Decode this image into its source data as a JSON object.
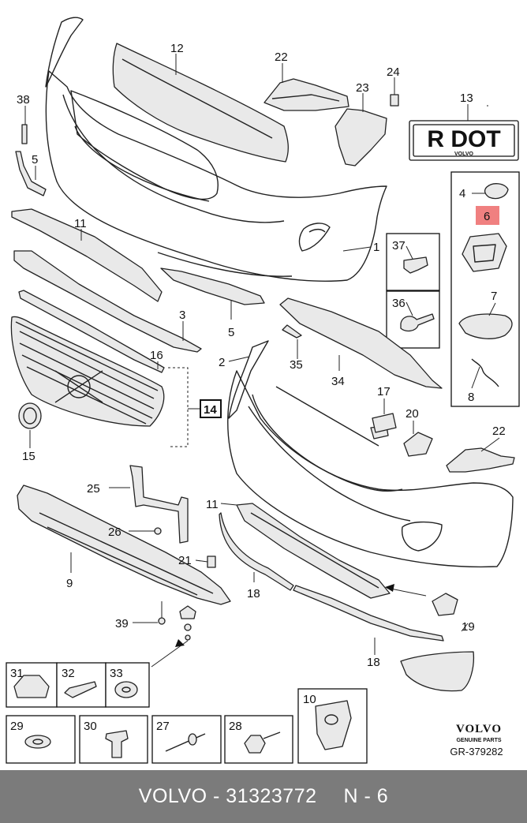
{
  "callouts": {
    "n1": "1",
    "n2": "2",
    "n3": "3",
    "n4": "4",
    "n5a": "5",
    "n5b": "5",
    "n6": "6",
    "n7": "7",
    "n8": "8",
    "n9": "9",
    "n10": "10",
    "n11a": "11",
    "n11b": "11",
    "n12": "12",
    "n13": "13",
    "n14": "14",
    "n15": "15",
    "n16": "16",
    "n17": "17",
    "n18a": "18",
    "n18b": "18",
    "n19": "19",
    "n20": "20",
    "n21": "21",
    "n22a": "22",
    "n22b": "22",
    "n23": "23",
    "n24": "24",
    "n25": "25",
    "n26": "26",
    "n27": "27",
    "n28": "28",
    "n29": "29",
    "n30": "30",
    "n31": "31",
    "n32": "32",
    "n33": "33",
    "n34": "34",
    "n35": "35",
    "n36": "36",
    "n37": "37",
    "n38": "38",
    "n39": "39"
  },
  "highlight": {
    "color": "#f08080",
    "part": "6"
  },
  "plate": {
    "text": "R DOT",
    "brand": "VOLVO"
  },
  "brand": {
    "logo": "VOLVO",
    "subtitle": "GENUINE PARTS",
    "reference": "GR-379282"
  },
  "footer": {
    "part_info": "VOLVO - 31323772",
    "page": "N - 6"
  }
}
